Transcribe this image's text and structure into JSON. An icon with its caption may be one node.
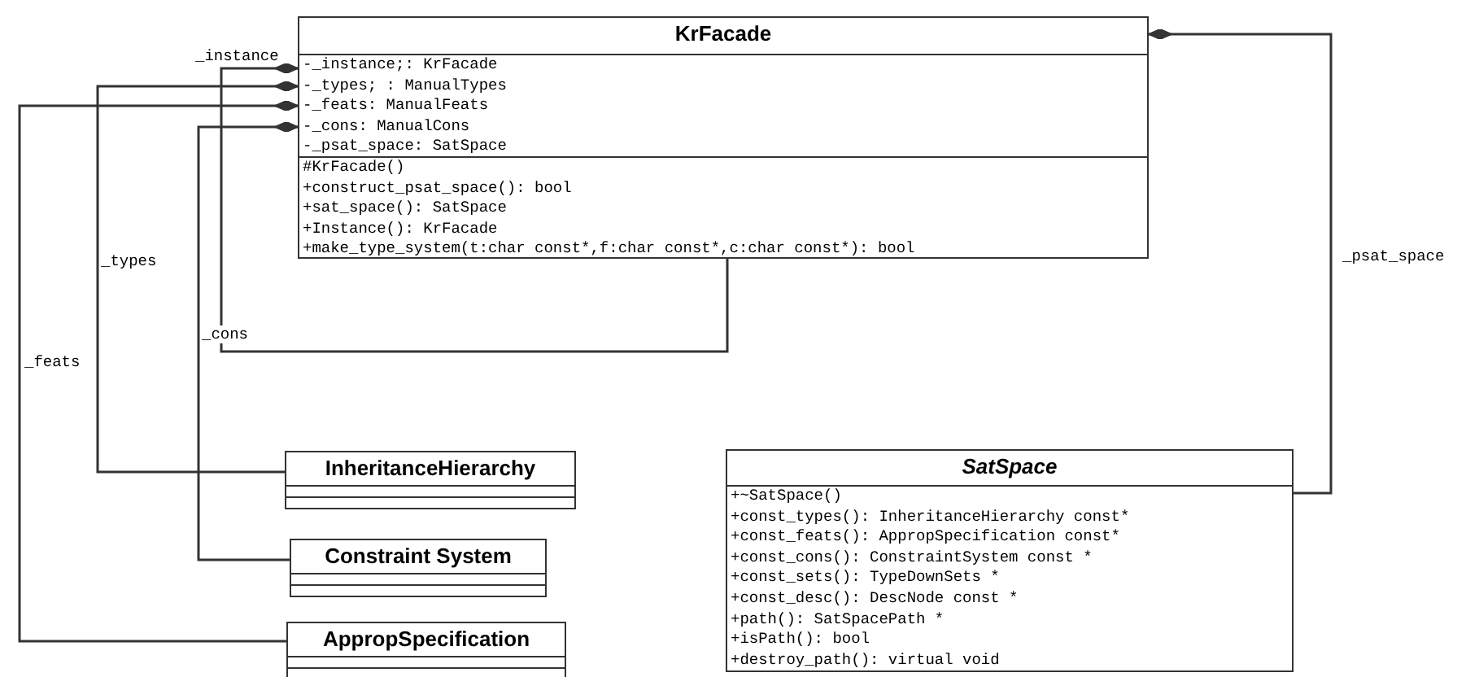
{
  "diagram": {
    "nodes": [
      {
        "text": [
          "KrFacade",
          "-_instance;: KrFacade",
          "-_types; : ManualTypes",
          "-_feats: ManualFeats",
          "-_cons: ManualCons",
          "-_psat_space: SatSpace",
          "#KrFacade()",
          "+construct_psat_space(): bool",
          "+sat_space(): SatSpace",
          "+Instance(): KrFacade",
          "+make_type_system(t:char const*,f:char const*,c:char const*): bool"
        ]
      },
      {
        "text": [
          "InheritanceHierarchy"
        ]
      },
      {
        "text": [
          "Constraint System"
        ]
      },
      {
        "text": [
          "AppropSpecification"
        ]
      },
      {
        "text": [
          "SatSpace",
          "+~SatSpace()",
          "+const_types(): InheritanceHierarchy const*",
          "+const_feats(): AppropSpecification const*",
          "+const_cons(): ConstraintSystem const *",
          "+const_sets(): TypeDownSets *",
          "+const_desc(): DescNode const *",
          "+path(): SatSpacePath *",
          "+isPath(): bool",
          "+destroy_path(): virtual void"
        ]
      }
    ],
    "edges": [
      {
        "from": 0,
        "to": 0,
        "arrow": "other",
        "label": "_instance"
      },
      {
        "from": 0,
        "to": 1,
        "arrow": "other",
        "label": "_types"
      },
      {
        "from": 0,
        "to": 3,
        "arrow": "other",
        "label": "_feats"
      },
      {
        "from": 0,
        "to": 2,
        "arrow": "other",
        "label": "_cons"
      },
      {
        "from": 0,
        "to": 4,
        "arrow": "other",
        "label": "_psat_space"
      }
    ]
  }
}
